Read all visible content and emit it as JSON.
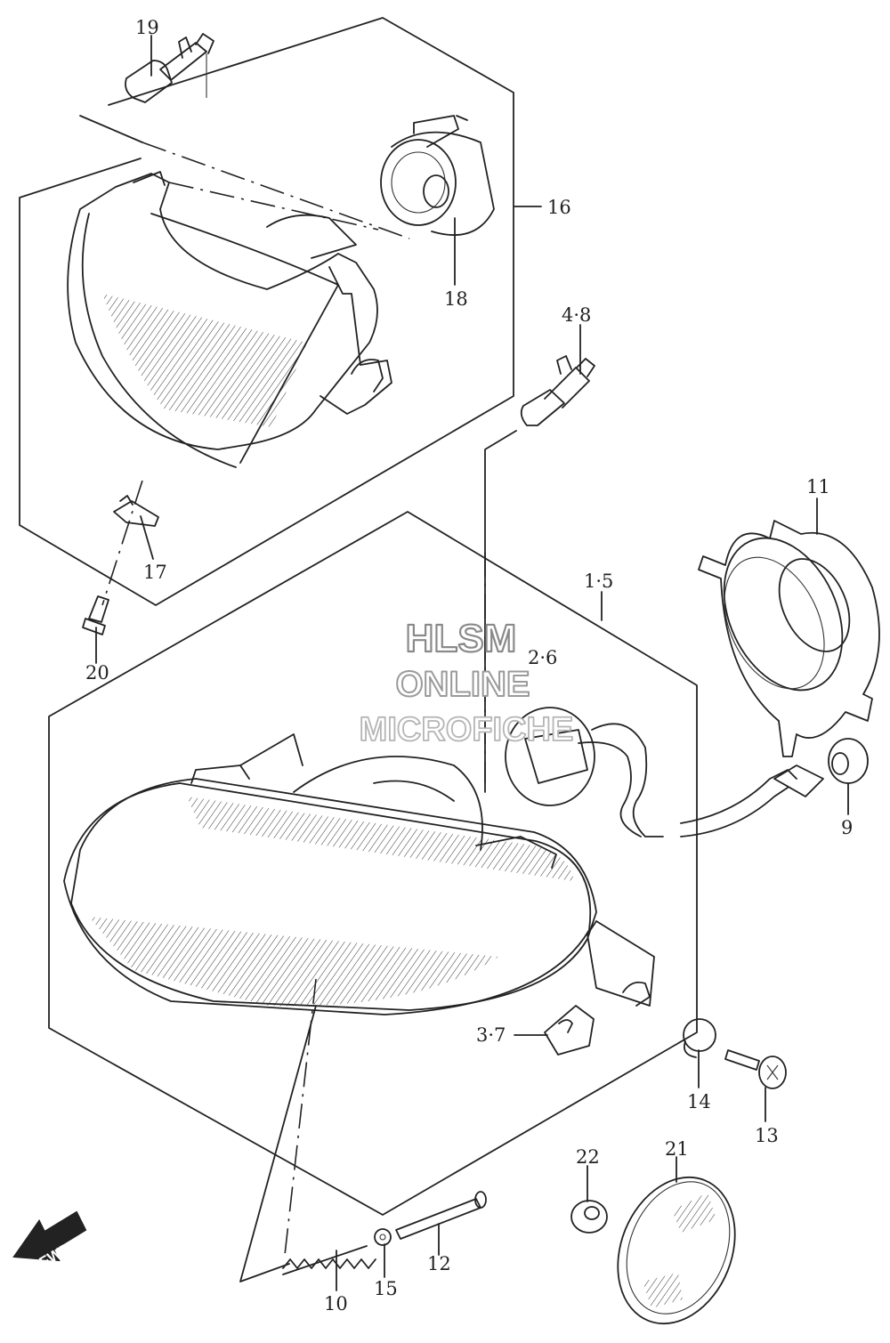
{
  "callouts": {
    "c19": "19",
    "c16": "16",
    "c18": "18",
    "c48": "4·8",
    "c11": "11",
    "c17": "17",
    "c15a": "1·5",
    "c20": "20",
    "c26": "2·6",
    "c9": "9",
    "c37": "3·7",
    "c14": "14",
    "c13": "13",
    "c22": "22",
    "c21": "21",
    "c12": "12",
    "c15": "15",
    "c10": "10"
  },
  "watermark": {
    "line1": "HLSM",
    "line2": "ONLINE",
    "line3": "MICROFICHE"
  },
  "fwd_label": "FWD",
  "colors": {
    "ink": "#222222",
    "watermark_outline": "#9a9a9a",
    "paper": "#ffffff"
  }
}
